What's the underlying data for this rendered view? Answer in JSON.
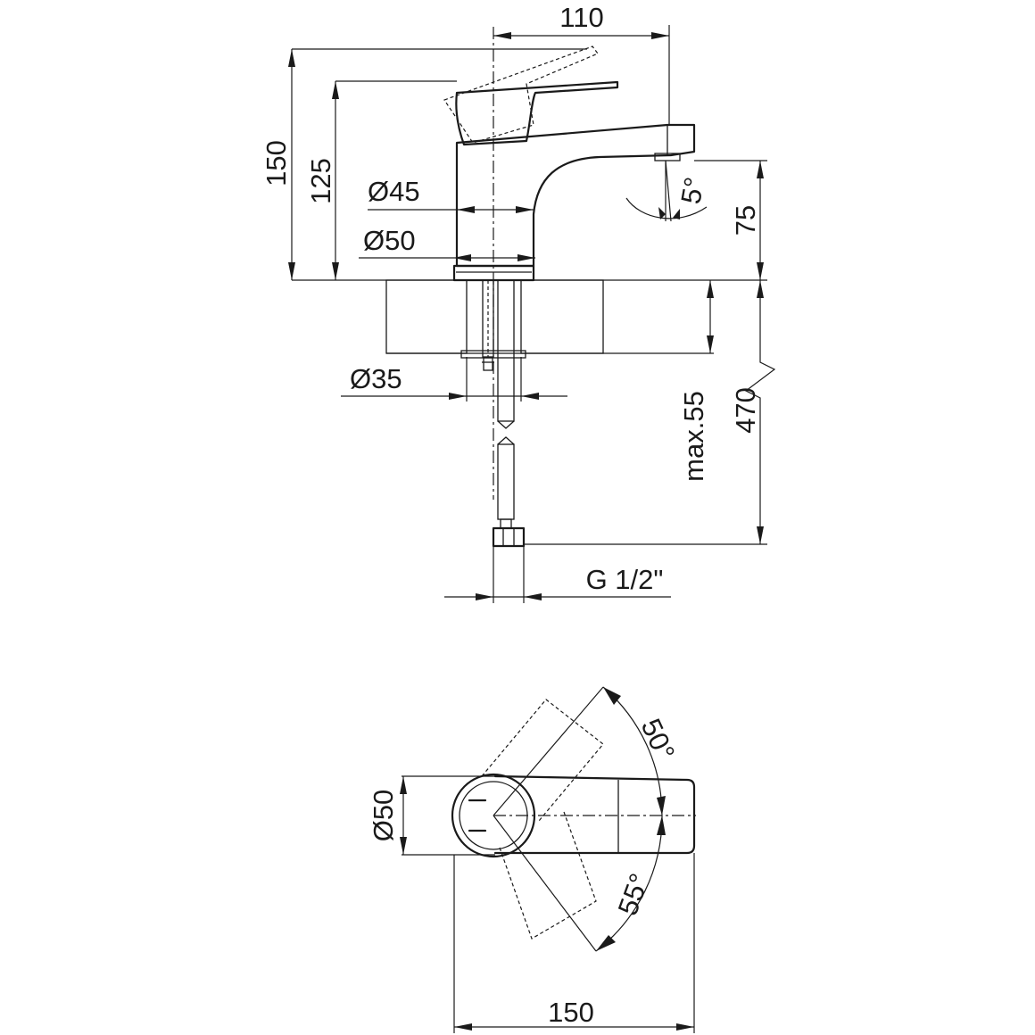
{
  "dimensions": {
    "width_110": "110",
    "height_150": "150",
    "height_125": "125",
    "dia_45": "Ø45",
    "dia_50": "Ø50",
    "angle_5": "5°",
    "height_75": "75",
    "dia_35": "Ø35",
    "max_55": "max.55",
    "hose_470": "470",
    "thread": "G 1/2\"",
    "top_dia_50": "Ø50",
    "angle_50": "50°",
    "angle_55": "55°",
    "length_150": "150"
  },
  "colors": {
    "ink": "#1a1a1a",
    "background": "#ffffff"
  }
}
